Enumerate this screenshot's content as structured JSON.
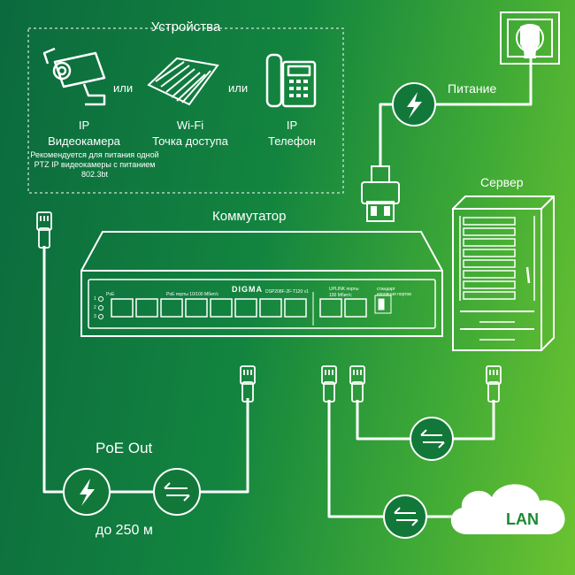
{
  "devices": {
    "title": "Устройства",
    "or1": "или",
    "or2": "или",
    "camera": {
      "line1": "IP",
      "line2": "Видеокамера"
    },
    "camera_note": "Рекомендуется для питания одной PTZ IP видеокамеры с питанием 802.3bt",
    "wifi": {
      "line1": "Wi-Fi",
      "line2": "Точка доступа"
    },
    "phone": {
      "line1": "IP",
      "line2": "Телефон"
    }
  },
  "power": {
    "label": "Питание"
  },
  "server": {
    "label": "Сервер"
  },
  "switch": {
    "title": "Коммутатор",
    "brand": "DIGMA",
    "model": "DSP208F-2F-T120 v1",
    "poe_label": "PoE",
    "ports_label": "PoE порты 10/100 Мбит/с",
    "uplink_label": "UPLINK порты",
    "uplink_speed": "100 Мбит/с",
    "mode_label": "стандарт",
    "mode_label2": "изоляция портов",
    "leds": [
      "1",
      "2",
      "3"
    ]
  },
  "poe_out": {
    "label": "PoE Out",
    "distance": "до 250 м"
  },
  "lan": {
    "label": "LAN"
  },
  "colors": {
    "line": "#ffffff",
    "icon_fill": "#11783a",
    "cloud": "#ffffff",
    "lan_text": "#1a8a32"
  }
}
